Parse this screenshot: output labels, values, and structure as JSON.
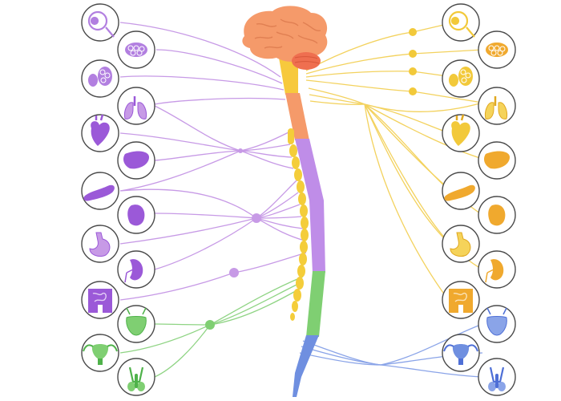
{
  "colors": {
    "background": "#ffffff",
    "parasympathetic": "#b27fe0",
    "parasympathetic_dark": "#9b59d8",
    "sympathetic": "#f2c93a",
    "sympathetic_organ": "#f0a92e",
    "sacral": "#7fcf72",
    "sacral_dark": "#4fb24a",
    "lumbar": "#6f8fe0",
    "lumbar_dark": "#4e6fd6",
    "brain": "#f59a6a",
    "cerebellum": "#ef6f50",
    "brainstem": "#f7c93d",
    "cervical": "#f59a6a",
    "thoracic": "#bf8de8",
    "ganglion_chain": "#f4cd3a",
    "circle_border": "#4a4a4a"
  },
  "left_organs": [
    {
      "name": "eye",
      "icon": "eye-icon",
      "color": "parasympathetic"
    },
    {
      "name": "lacrimal-gland",
      "icon": "lacrimal-gland-icon",
      "color": "parasympathetic"
    },
    {
      "name": "salivary-glands",
      "icon": "salivary-gland-icon",
      "color": "parasympathetic"
    },
    {
      "name": "lungs",
      "icon": "lungs-icon",
      "color": "parasympathetic"
    },
    {
      "name": "heart",
      "icon": "heart-icon",
      "color": "parasympathetic"
    },
    {
      "name": "liver",
      "icon": "liver-icon",
      "color": "parasympathetic"
    },
    {
      "name": "pancreas",
      "icon": "pancreas-icon",
      "color": "parasympathetic"
    },
    {
      "name": "spleen",
      "icon": "spleen-icon",
      "color": "parasympathetic"
    },
    {
      "name": "stomach",
      "icon": "stomach-icon",
      "color": "parasympathetic"
    },
    {
      "name": "kidney",
      "icon": "kidney-icon",
      "color": "parasympathetic"
    },
    {
      "name": "intestines",
      "icon": "intestines-icon",
      "color": "parasympathetic"
    },
    {
      "name": "bladder",
      "icon": "bladder-icon",
      "color": "sacral"
    },
    {
      "name": "uterus",
      "icon": "uterus-icon",
      "color": "sacral"
    },
    {
      "name": "male-reproductive",
      "icon": "male-reproductive-icon",
      "color": "sacral"
    }
  ],
  "right_organs": [
    {
      "name": "eye",
      "icon": "eye-icon",
      "color": "sympathetic"
    },
    {
      "name": "lacrimal-gland",
      "icon": "lacrimal-gland-icon",
      "color": "sympathetic_organ"
    },
    {
      "name": "salivary-glands",
      "icon": "salivary-gland-icon",
      "color": "sympathetic"
    },
    {
      "name": "lungs",
      "icon": "lungs-icon",
      "color": "sympathetic"
    },
    {
      "name": "heart",
      "icon": "heart-icon",
      "color": "sympathetic"
    },
    {
      "name": "liver",
      "icon": "liver-icon",
      "color": "sympathetic_organ"
    },
    {
      "name": "pancreas",
      "icon": "pancreas-icon",
      "color": "sympathetic_organ"
    },
    {
      "name": "spleen",
      "icon": "spleen-icon",
      "color": "sympathetic_organ"
    },
    {
      "name": "stomach",
      "icon": "stomach-icon",
      "color": "sympathetic"
    },
    {
      "name": "kidney",
      "icon": "kidney-icon",
      "color": "sympathetic_organ"
    },
    {
      "name": "intestines",
      "icon": "intestines-icon",
      "color": "sympathetic_organ"
    },
    {
      "name": "bladder",
      "icon": "bladder-icon",
      "color": "lumbar"
    },
    {
      "name": "uterus",
      "icon": "uterus-icon",
      "color": "lumbar"
    },
    {
      "name": "male-reproductive",
      "icon": "male-reproductive-icon",
      "color": "lumbar"
    }
  ]
}
